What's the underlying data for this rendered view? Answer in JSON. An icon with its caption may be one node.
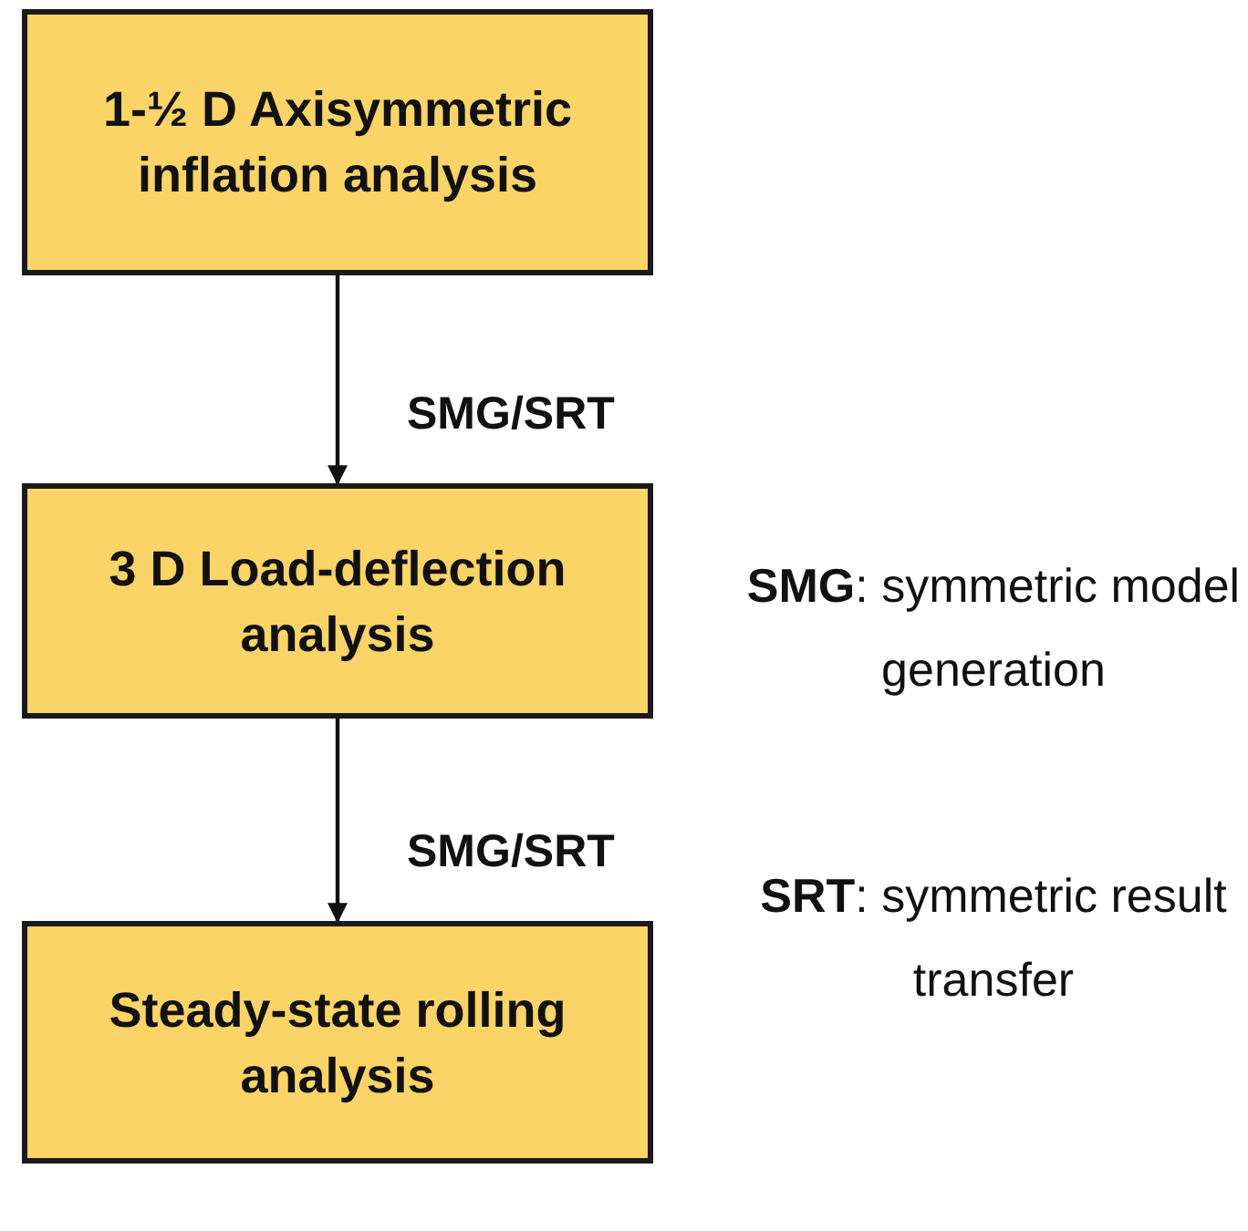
{
  "diagram": {
    "nodes": [
      {
        "text": [
          "1-½ D Axisymmetric inflation analysis"
        ]
      },
      {
        "text": [
          "3 D Load-deflection analysis"
        ]
      },
      {
        "text": [
          "Steady-state rolling analysis"
        ]
      }
    ],
    "edges": [
      {
        "from": 0,
        "to": 1,
        "arrow": "to",
        "label": "SMG/SRT"
      },
      {
        "from": 1,
        "to": 2,
        "arrow": "to",
        "label": "SMG/SRT"
      }
    ],
    "labels": [
      "**SMG**: symmetric model generation",
      "**SRT**: symmetric result transfer"
    ]
  }
}
